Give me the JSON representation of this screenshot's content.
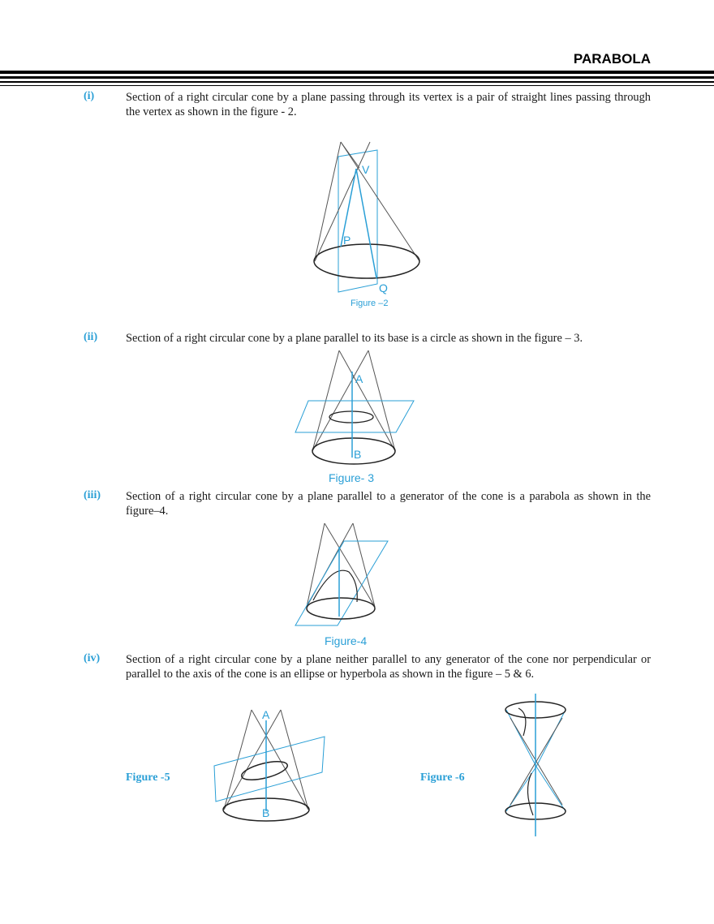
{
  "header": {
    "title": "PARABOLA"
  },
  "sections": [
    {
      "label": "(i)",
      "text": "Section of a right circular cone by a plane passing through its  vertex is a pair of straight lines passing through the vertex as shown in the figure - 2."
    },
    {
      "label": "(ii)",
      "text": "Section of a right circular cone by a plane parallel to its base is a circle as shown in the figure – 3."
    },
    {
      "label": "(iii)",
      "text": "Section of a right circular cone by a plane parallel to a generator of the cone is a parabola as shown in the figure–4."
    },
    {
      "label": "(iv)",
      "text": "Section of a right circular cone by a plane neither parallel to any generator of the cone nor perpendicular or parallel to the axis of the cone is an ellipse or hyperbola as shown in the figure – 5 & 6."
    }
  ],
  "figures": {
    "fig2": {
      "caption": "Figure –2",
      "point_labels": [
        "V",
        "P",
        "Q"
      ]
    },
    "fig3": {
      "caption": "Figure- 3",
      "point_labels": [
        "A",
        "B"
      ]
    },
    "fig4": {
      "caption": "Figure-4"
    },
    "fig5": {
      "caption": "Figure -5",
      "point_labels": [
        "A",
        "B"
      ]
    },
    "fig6": {
      "caption": "Figure -6"
    }
  },
  "colors": {
    "accent": "#2a9fd6",
    "lines": "#555555",
    "text": "#1a1a1a"
  }
}
